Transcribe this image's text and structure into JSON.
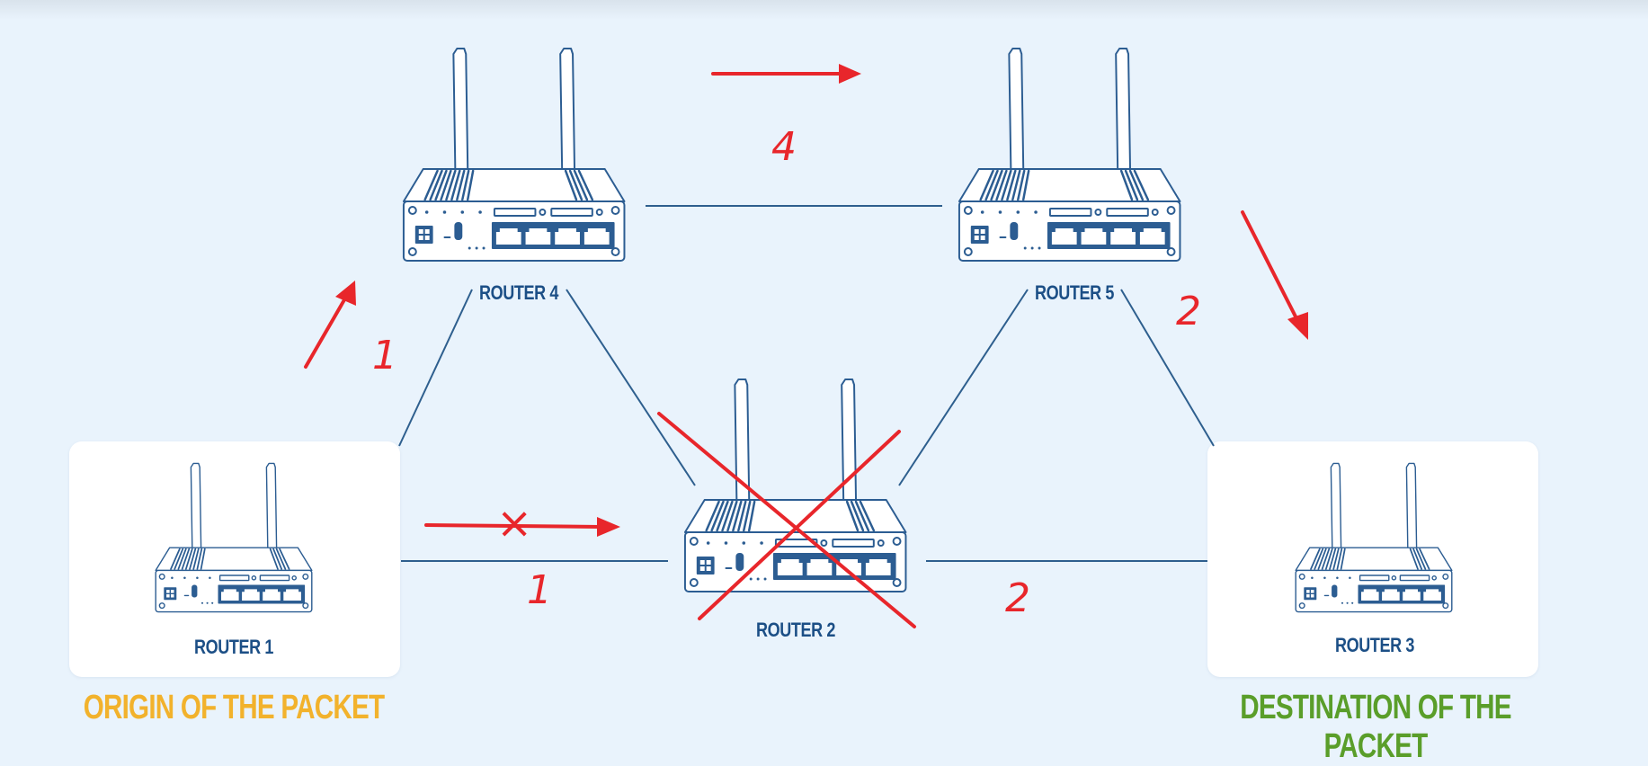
{
  "colors": {
    "background": "#e9f3fc",
    "link": "#2e5f8e",
    "router_line": "#2c5d92",
    "annotation": "#e8262b",
    "origin": "#f2b22c",
    "destination": "#5a9e2a"
  },
  "routers": [
    {
      "label": "ROUTER 1"
    },
    {
      "label": "ROUTER 2"
    },
    {
      "label": "ROUTER 3"
    },
    {
      "label": "ROUTER 4"
    },
    {
      "label": "ROUTER 5"
    }
  ],
  "captions": {
    "origin": "ORIGIN OF THE PACKET",
    "destination": "DESTINATION OF THE PACKET"
  },
  "annotations": {
    "weight_r1_r4": "1",
    "weight_r1_r2": "1",
    "weight_r4_r5": "4",
    "weight_r5_r3": "2",
    "weight_r2_r3": "2",
    "blocked_mark": "×"
  }
}
